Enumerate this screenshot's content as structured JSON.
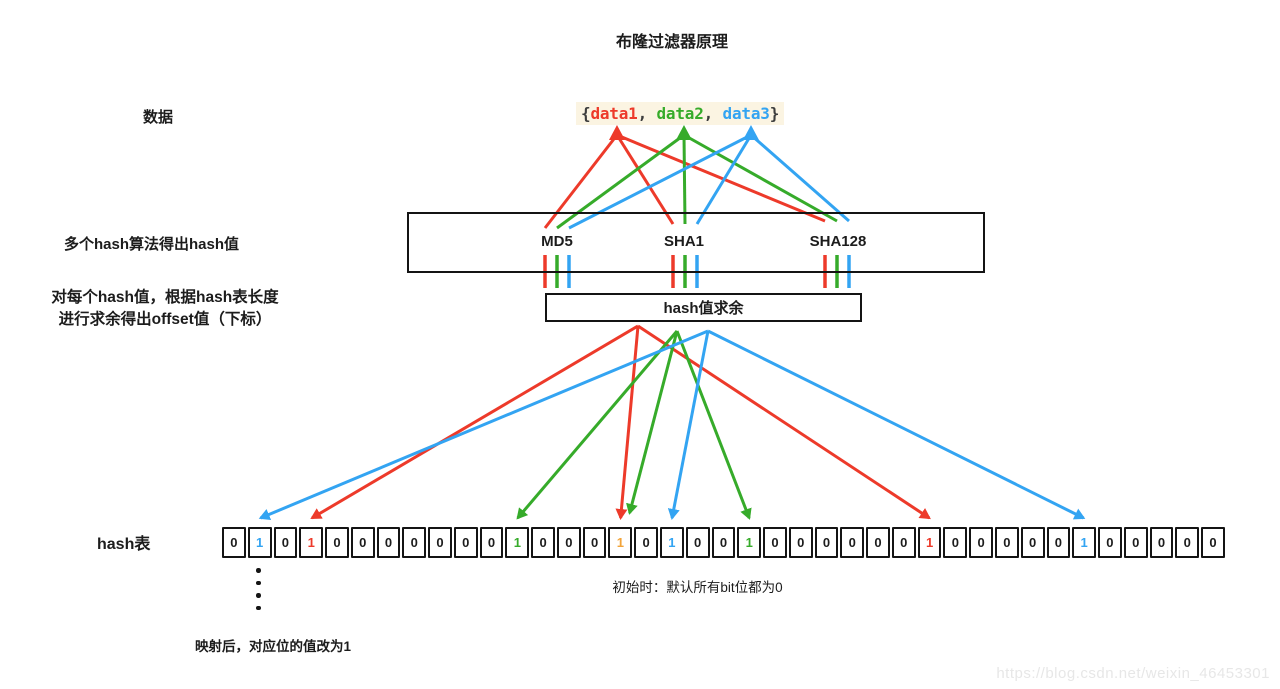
{
  "title": "布隆过滤器原理",
  "palette": {
    "red": "#ed3a2a",
    "green": "#36ab2a",
    "blue": "#33a4f2",
    "orange": "#f2a43a",
    "ink": "#1c1c1c",
    "brace": "#3d3d3d",
    "code_bg": "#fbf4e2"
  },
  "labels": {
    "data": "数据",
    "hash_step": "多个hash算法得出hash值",
    "mod_step_line1": "对每个hash值，根据hash表长度",
    "mod_step_line2": "进行求余得出offset值（下标）",
    "hash_table": "hash表",
    "init_caption": "初始时：默认所有bit位都为0",
    "mapped_caption": "映射后，对应位的值改为1"
  },
  "data_set": {
    "open_brace": "{",
    "close_brace": "}",
    "separator": ", ",
    "items": [
      {
        "label": "data1",
        "color": "red"
      },
      {
        "label": "data2",
        "color": "green"
      },
      {
        "label": "data3",
        "color": "blue"
      }
    ]
  },
  "hash_functions": [
    "MD5",
    "SHA1",
    "SHA128"
  ],
  "mod_box_label": "hash值求余",
  "connections": {
    "data_to_hash": {
      "red": [
        "MD5",
        "SHA1",
        "SHA128"
      ],
      "green": [
        "MD5",
        "SHA1",
        "SHA128"
      ],
      "blue": [
        "MD5",
        "SHA1",
        "SHA128"
      ]
    },
    "hash_to_cells": {
      "red": [
        3,
        15,
        27
      ],
      "green": [
        11,
        15,
        20
      ],
      "blue": [
        1,
        17,
        33
      ]
    }
  },
  "hash_table": {
    "cell_count": 39,
    "cells": [
      {
        "v": "0"
      },
      {
        "v": "1",
        "c": "blue"
      },
      {
        "v": "0"
      },
      {
        "v": "1",
        "c": "red"
      },
      {
        "v": "0"
      },
      {
        "v": "0"
      },
      {
        "v": "0"
      },
      {
        "v": "0"
      },
      {
        "v": "0"
      },
      {
        "v": "0"
      },
      {
        "v": "0"
      },
      {
        "v": "1",
        "c": "green"
      },
      {
        "v": "0"
      },
      {
        "v": "0"
      },
      {
        "v": "0"
      },
      {
        "v": "1",
        "c": "orange"
      },
      {
        "v": "0"
      },
      {
        "v": "1",
        "c": "blue"
      },
      {
        "v": "0"
      },
      {
        "v": "0"
      },
      {
        "v": "1",
        "c": "green"
      },
      {
        "v": "0"
      },
      {
        "v": "0"
      },
      {
        "v": "0"
      },
      {
        "v": "0"
      },
      {
        "v": "0"
      },
      {
        "v": "0"
      },
      {
        "v": "1",
        "c": "red"
      },
      {
        "v": "0"
      },
      {
        "v": "0"
      },
      {
        "v": "0"
      },
      {
        "v": "0"
      },
      {
        "v": "0"
      },
      {
        "v": "1",
        "c": "blue"
      },
      {
        "v": "0"
      },
      {
        "v": "0"
      },
      {
        "v": "0"
      },
      {
        "v": "0"
      },
      {
        "v": "0"
      }
    ]
  },
  "watermark": "https://blog.csdn.net/weixin_46453301"
}
